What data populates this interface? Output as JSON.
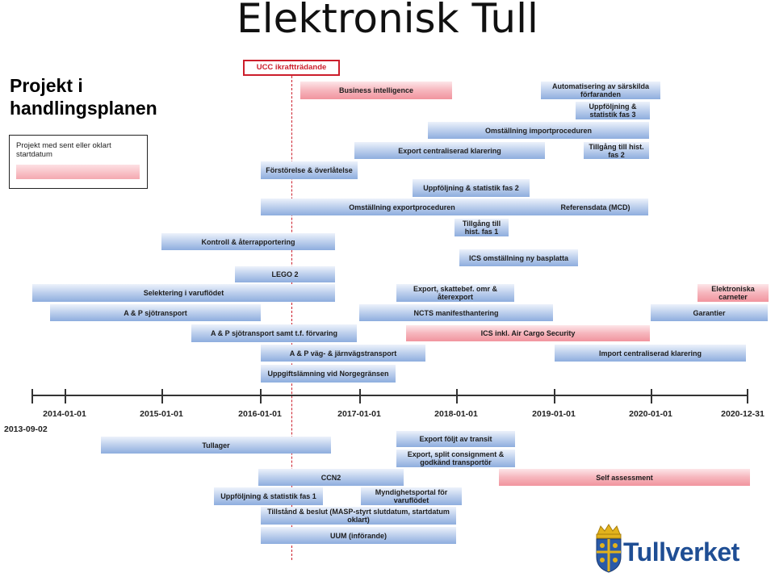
{
  "title": "Elektronisk Tull",
  "heading": "Projekt i handlingsplanen",
  "legend": {
    "text": "Projekt med sent eller oklart startdatum",
    "color": "#f4a8b0"
  },
  "ucc": {
    "label": "UCC ikraftträdande",
    "color": "#cc1e2b"
  },
  "timeline": {
    "start_label": "2013-09-02",
    "ticks": [
      "2014-01-01",
      "2015-01-01",
      "2016-01-01",
      "2017-01-01",
      "2018-01-01",
      "2019-01-01",
      "2020-01-01",
      "2020-12-31"
    ]
  },
  "projects_above": [
    {
      "label": "Business intelligence",
      "style": "pink"
    },
    {
      "label": "Automatisering av särskilda förfaranden",
      "style": "blue"
    },
    {
      "label": "Uppföljning & statistik fas 3",
      "style": "blue"
    },
    {
      "label": "Omställning importproceduren",
      "style": "blue"
    },
    {
      "label": "Export centraliserad klarering",
      "style": "blue"
    },
    {
      "label": "Tillgång till hist. fas 2",
      "style": "blue"
    },
    {
      "label": "Förstörelse & överlåtelse",
      "style": "blue"
    },
    {
      "label": "Uppföljning & statistik fas 2",
      "style": "blue"
    },
    {
      "label": "Omställning exportproceduren",
      "style": "blue"
    },
    {
      "label": "Referensdata (MCD)",
      "style": "blue"
    },
    {
      "label": "Tillgång till hist. fas 1",
      "style": "blue"
    },
    {
      "label": "Kontroll & återrapportering",
      "style": "blue"
    },
    {
      "label": "ICS omställning ny basplatta",
      "style": "blue"
    },
    {
      "label": "LEGO 2",
      "style": "blue"
    },
    {
      "label": "Selektering i varuflödet",
      "style": "blue"
    },
    {
      "label": "Export, skattebef. omr & återexport",
      "style": "blue"
    },
    {
      "label": "Elektroniska carneter",
      "style": "pink"
    },
    {
      "label": "A & P sjötransport",
      "style": "blue"
    },
    {
      "label": "NCTS manifesthantering",
      "style": "blue"
    },
    {
      "label": "Garantier",
      "style": "blue"
    },
    {
      "label": "A & P sjötransport samt t.f. förvaring",
      "style": "blue"
    },
    {
      "label": "ICS inkl. Air Cargo Security",
      "style": "pink"
    },
    {
      "label": "A & P väg- & järnvägstransport",
      "style": "blue"
    },
    {
      "label": "Import centraliserad klarering",
      "style": "blue"
    },
    {
      "label": "Uppgiftslämning vid Norgegränsen",
      "style": "blue"
    }
  ],
  "projects_below": [
    {
      "label": "Tullager",
      "style": "blue"
    },
    {
      "label": "Export följt av transit",
      "style": "blue"
    },
    {
      "label": "Export, split consignment & godkänd transportör",
      "style": "blue"
    },
    {
      "label": "CCN2",
      "style": "blue"
    },
    {
      "label": "Self assessment",
      "style": "pink"
    },
    {
      "label": "Uppföljning & statistik fas 1",
      "style": "blue"
    },
    {
      "label": "Myndighetsportal för varuflödet",
      "style": "blue"
    },
    {
      "label": "Tillstånd & beslut (MASP-styrt slutdatum, startdatum oklart)",
      "style": "blue"
    },
    {
      "label": "UUM (införande)",
      "style": "blue"
    }
  ],
  "logo": {
    "text": "Tullverket"
  }
}
